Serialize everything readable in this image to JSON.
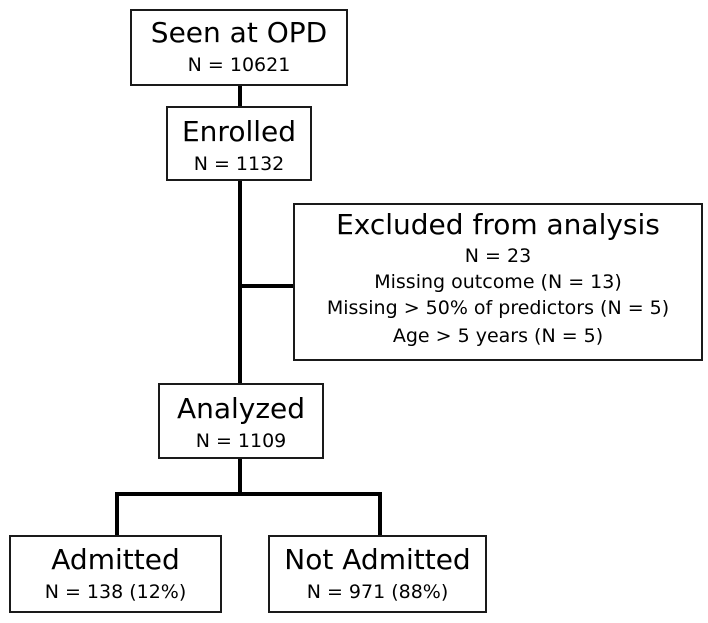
{
  "flowchart": {
    "seen": {
      "title": "Seen at OPD",
      "count": "N = 10621"
    },
    "enrolled": {
      "title": "Enrolled",
      "count": "N = 1132"
    },
    "excluded": {
      "title": "Excluded from analysis",
      "count": "N = 23",
      "reasons": [
        "Missing outcome (N = 13)",
        "Missing > 50% of predictors (N = 5)",
        "Age > 5 years (N = 5)"
      ]
    },
    "analyzed": {
      "title": "Analyzed",
      "count": "N = 1109"
    },
    "admitted": {
      "title": "Admitted",
      "count": "N = 138 (12%)"
    },
    "not_admitted": {
      "title": "Not Admitted",
      "count": "N = 971 (88%)"
    }
  }
}
